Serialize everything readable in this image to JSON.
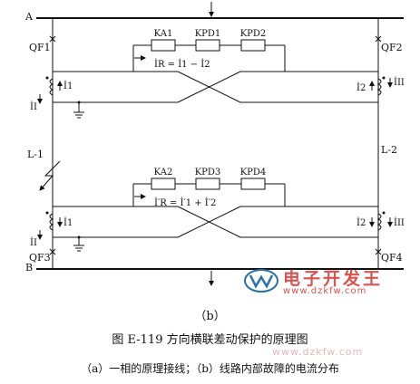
{
  "labels": {
    "bus_a": "A",
    "bus_b": "B",
    "qf1": "QF1",
    "qf2": "QF2",
    "qf3": "QF3",
    "qf4": "QF4",
    "line1": "L-1",
    "line2": "L-2",
    "ka1": "KA1",
    "kpd1": "KPD1",
    "kpd2": "KPD2",
    "ka2": "KA2",
    "kpd3": "KPD3",
    "kpd4": "KPD4",
    "eq_top": "İR = İ1 − İ2",
    "eq_bottom": "İ′R = İ′1 + İ′2",
    "i1_tl": "İ1",
    "iI_tl": "İI",
    "i2_tr": "İ2",
    "iII_tr": "İII",
    "i1_bl": "İ1",
    "iI_bl": "İI",
    "i2_br": "İ2",
    "iII_br": "İII"
  },
  "subfig_label": "（b）",
  "caption_title": "图 E-119 方向横联差动保护的原理图",
  "caption_sub": "（a）一相的原理接线；（b）线路内部故障的电流分布",
  "watermark": {
    "logo_text": "电子开发王",
    "url": "www.dzkfw.com",
    "url_small": "www.dzkfw.com",
    "color": "#d9534f"
  }
}
